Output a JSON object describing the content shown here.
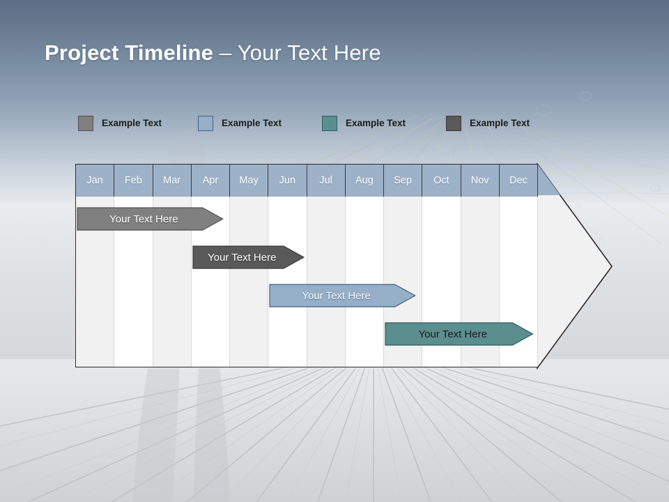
{
  "slide": {
    "title_bold": "Project Timeline",
    "title_rest": " – Your Text Here",
    "title_full": "Project Timeline – Your Text Here"
  },
  "legend": {
    "items": [
      {
        "label": "Example Text",
        "color": "#808080",
        "border": "#4f4f4f"
      },
      {
        "label": "Example Text",
        "color": "#95afc9",
        "border": "#46617c"
      },
      {
        "label": "Example Text",
        "color": "#5b8e8e",
        "border": "#2f5c5c"
      },
      {
        "label": "Example Text",
        "color": "#595959",
        "border": "#3a3a3a"
      }
    ]
  },
  "chart_data": {
    "type": "bar",
    "title": "Project Timeline – Your Text Here",
    "xlabel": "",
    "ylabel": "",
    "orientation": "horizontal",
    "categories": [
      "Jan",
      "Feb",
      "Mar",
      "Apr",
      "May",
      "Jun",
      "Jul",
      "Aug",
      "Sep",
      "Oct",
      "Nov",
      "Dec"
    ],
    "header_bg": "#9db2c8",
    "header_text_color": "#ffffff",
    "column_shade_odd": "#f1f1f1",
    "column_shade_even": "#ffffff",
    "grid": true,
    "legend_position": "top",
    "tasks": [
      {
        "label": "Your  Text Here",
        "start_month": "Jan",
        "end_month": "Apr",
        "start_index": 0,
        "end_index": 3.85,
        "color": "#808080",
        "border": "#4f4f4f",
        "text_color": "#ffffff"
      },
      {
        "label": "Your  Text Here",
        "start_month": "Apr",
        "end_month": "Jul",
        "start_index": 3.0,
        "end_index": 5.95,
        "color": "#595959",
        "border": "#3a3a3a",
        "text_color": "#ffffff"
      },
      {
        "label": "Your  Text Here",
        "start_month": "Jun",
        "end_month": "Sep",
        "start_index": 5.0,
        "end_index": 8.85,
        "color": "#95afc9",
        "border": "#46617c",
        "text_color": "#ffffff"
      },
      {
        "label": "Your  Text Here",
        "start_month": "Sep",
        "end_month": "Dec",
        "start_index": 8.0,
        "end_index": 11.9,
        "color": "#5b8e8e",
        "border": "#2f5c5c",
        "text_color": "#1a1a1a"
      }
    ]
  }
}
